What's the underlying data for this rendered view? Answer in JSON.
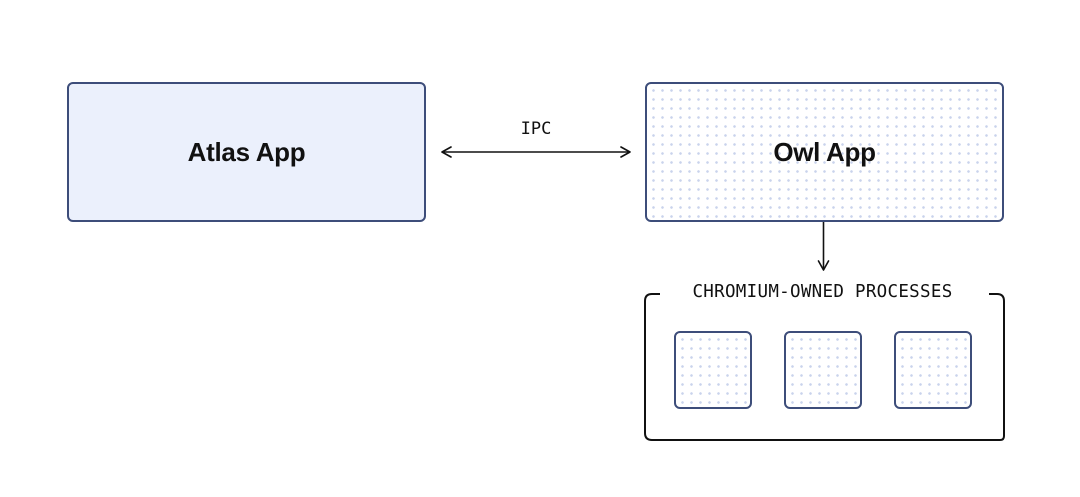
{
  "nodes": {
    "atlas": {
      "label": "Atlas App"
    },
    "owl": {
      "label": "Owl App"
    }
  },
  "edges": {
    "atlas_owl": {
      "label": "IPC",
      "direction": "bidirectional"
    },
    "owl_to_group": {
      "direction": "down"
    }
  },
  "group": {
    "label": "CHROMIUM-OWNED PROCESSES",
    "process_count": 3
  },
  "colors": {
    "border": "#3d4d7a",
    "atlas_fill": "#ebf0fc",
    "dot_pattern": "#c9d3ec",
    "text": "#111111"
  }
}
